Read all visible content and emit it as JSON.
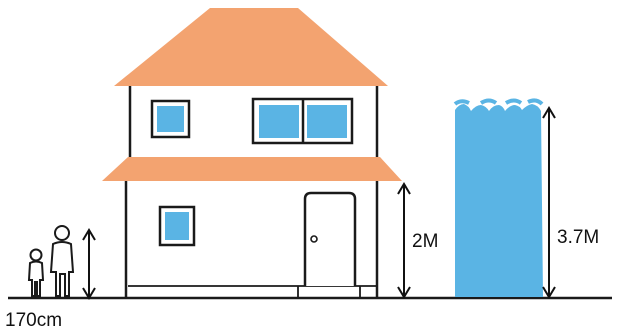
{
  "labels": {
    "person_height": "170cm",
    "eave_height": "2M",
    "flood_height": "3.7M"
  },
  "colors": {
    "roof": "#f3a370",
    "window": "#5ab4e4",
    "flood": "#5ab4e4",
    "outline": "#1a1a1a"
  }
}
